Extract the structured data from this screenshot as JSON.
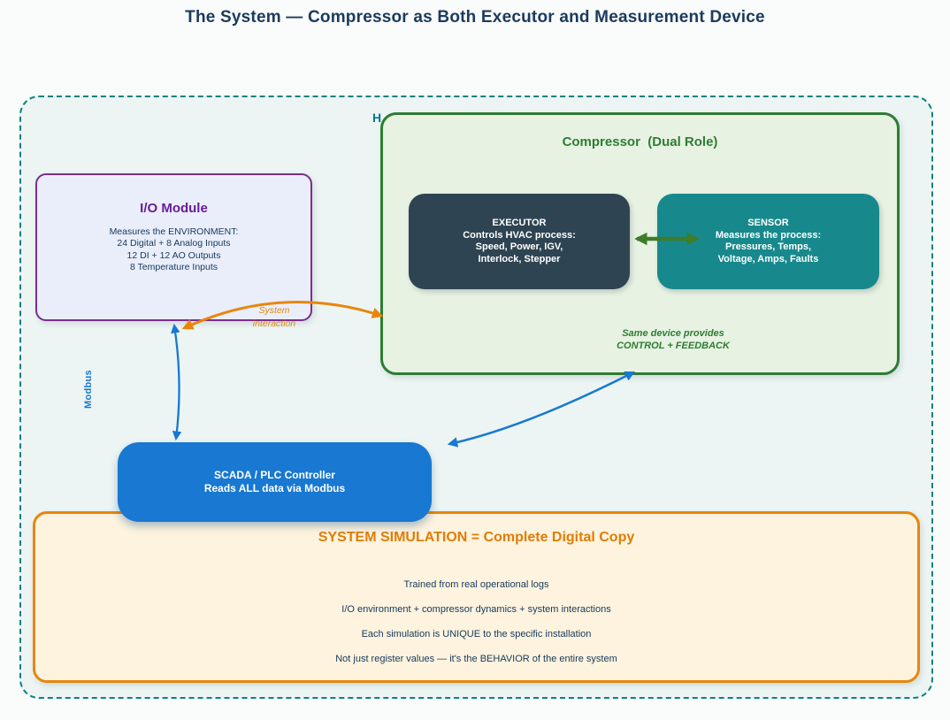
{
  "page": {
    "title": "The System — Compressor as Both Executor and Measurement Device"
  },
  "system_boundary": {
    "partial_label": "H"
  },
  "io_module": {
    "title": "I/O Module",
    "lines": [
      "Measures the ENVIRONMENT:",
      "24 Digital + 8 Analog Inputs",
      "12 DI + 12 AO Outputs",
      "8 Temperature Inputs"
    ]
  },
  "compressor": {
    "title": "Compressor  (Dual Role)",
    "executor": {
      "title": "EXECUTOR",
      "lines": [
        "Controls HVAC process:",
        "Speed, Power, IGV,",
        "Interlock, Stepper"
      ]
    },
    "sensor": {
      "title": "SENSOR",
      "lines": [
        "Measures the process:",
        "Pressures, Temps,",
        "Voltage, Amps, Faults"
      ]
    },
    "note": {
      "line1": "Same device provides",
      "line2": "CONTROL + FEEDBACK"
    }
  },
  "scada": {
    "line1": "SCADA / PLC Controller",
    "line2": "Reads ALL data via Modbus"
  },
  "simulation": {
    "title": "SYSTEM SIMULATION = Complete Digital Copy",
    "lines": [
      "Trained from real operational logs",
      "I/O environment + compressor dynamics + system interactions",
      "Each simulation is UNIQUE to the specific installation",
      "Not just register values — it's the BEHAVIOR of the entire system"
    ]
  },
  "labels": {
    "modbus": "Modbus",
    "system_interaction_line1": "System",
    "system_interaction_line2": "interaction"
  },
  "colors": {
    "title_navy": "#1b3a5e",
    "boundary_teal": "#0f817e",
    "boundary_fill": "#ecf5f3",
    "io_purple_border": "#7b2d8e",
    "io_fill": "#e9eefa",
    "io_title_purple": "#6a1b9a",
    "body_navy": "#17395c",
    "compressor_green_border": "#2e7c32",
    "compressor_fill": "#e7f2e3",
    "green_text": "#2e7d32",
    "executor_fill": "#2e4452",
    "sensor_fill": "#17898c",
    "green_arrow": "#3d7d2a",
    "scada_blue": "#1878d2",
    "sim_orange_border": "#e8860c",
    "sim_fill": "#fdf3de",
    "sim_title_orange": "#e07d05",
    "hvac_teal": "#0e7490"
  }
}
